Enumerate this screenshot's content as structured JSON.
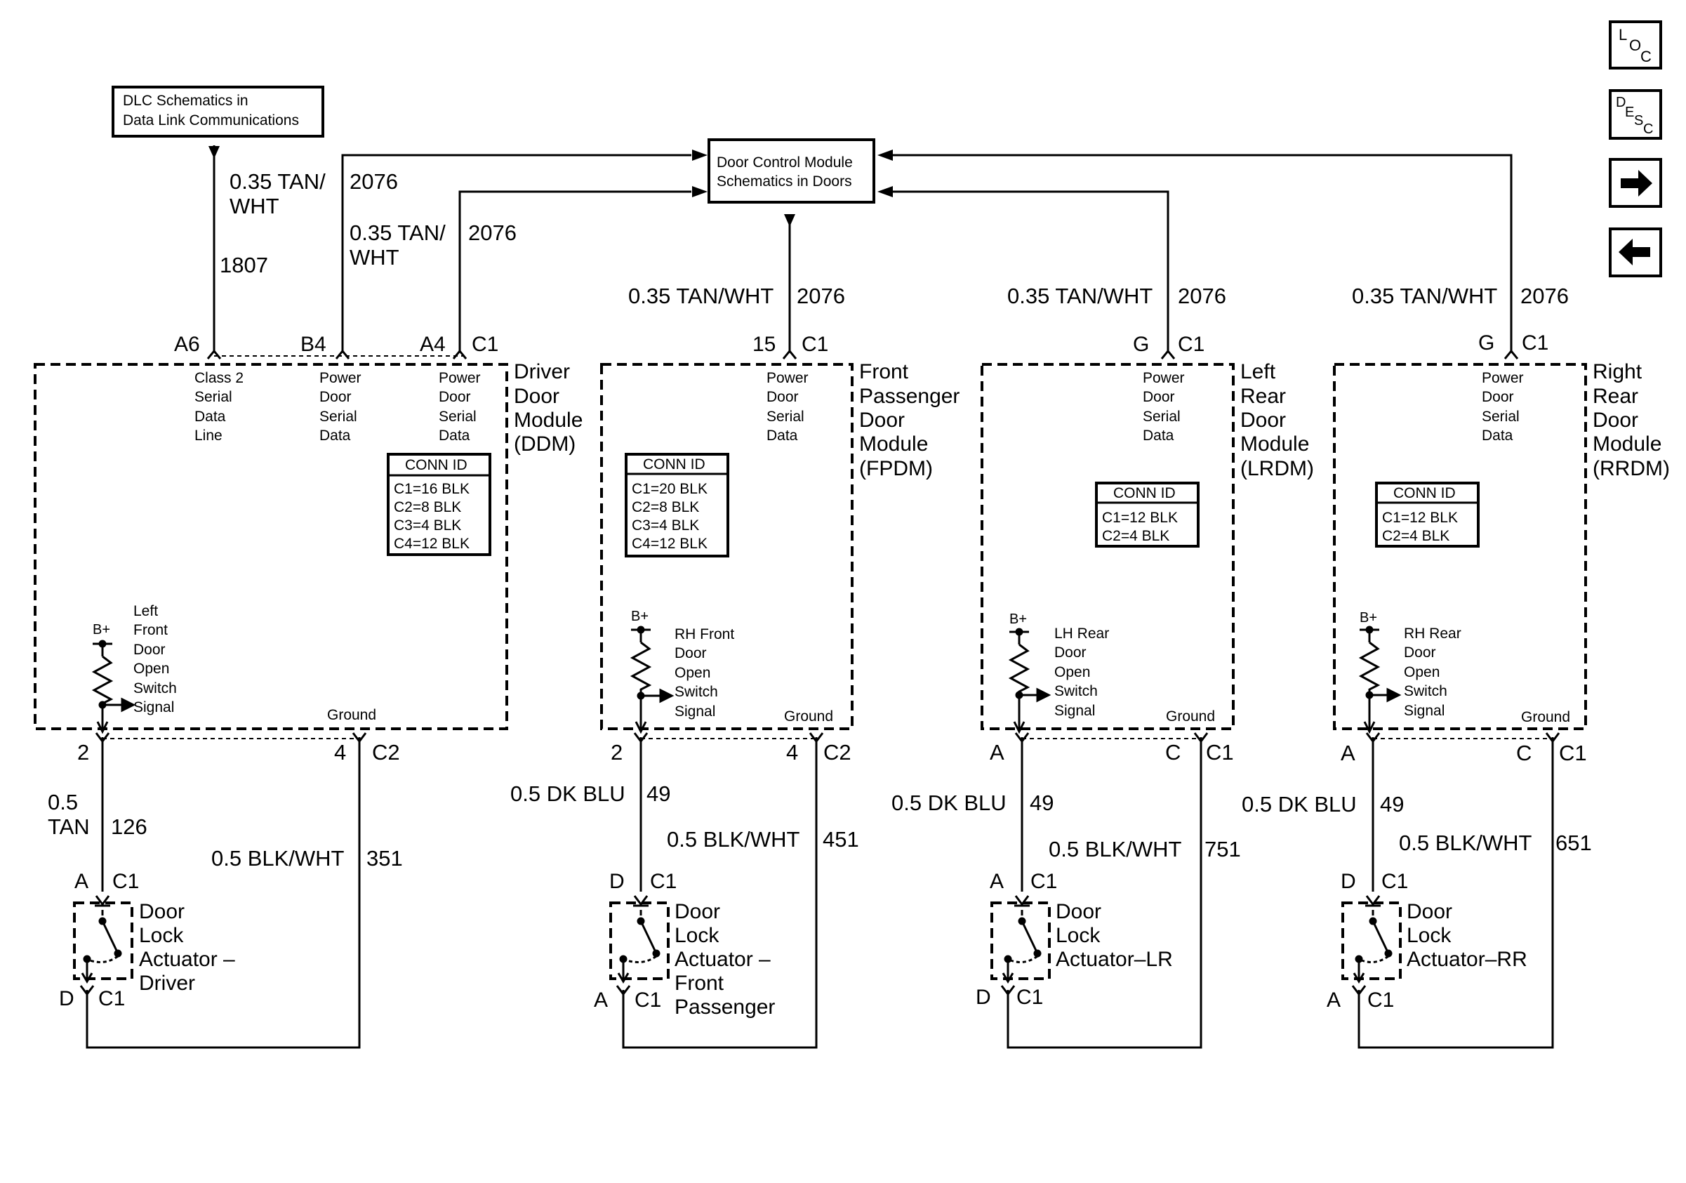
{
  "nav": {
    "loc": [
      "L",
      "O",
      "C"
    ],
    "desc": [
      "D",
      "E",
      "S",
      "C"
    ],
    "next_icon": "arrow-right-icon",
    "prev_icon": "arrow-left-icon"
  },
  "refs": {
    "dlc": [
      "DLC Schematics in",
      "Data Link Communications"
    ],
    "dcm": [
      "Door Control Module",
      "Schematics in Doors"
    ]
  },
  "wires": {
    "w1_gauge": [
      "0.35 TAN/",
      "WHT"
    ],
    "w1_circuit": "2076",
    "w2_gauge": [
      "0.35 TAN/",
      "WHT"
    ],
    "w2_circuit": "2076",
    "w3_circuit": "1807",
    "w4": "0.35 TAN/WHT",
    "w4_circuit": "2076",
    "w5": "0.35 TAN/WHT",
    "w5_circuit": "2076",
    "w6": "0.35 TAN/WHT",
    "w6_circuit": "2076"
  },
  "modules": {
    "ddm": {
      "name": [
        "Driver",
        "Door",
        "Module",
        "(DDM)"
      ],
      "pins_top": [
        "A6",
        "B4",
        "A4",
        "C1"
      ],
      "labels_top": [
        [
          "Class 2",
          "Serial",
          "Data",
          "Line"
        ],
        [
          "Power",
          "Door",
          "Serial",
          "Data"
        ],
        [
          "Power",
          "Door",
          "Serial",
          "Data"
        ]
      ],
      "conn_id": {
        "title": "CONN ID",
        "rows": [
          "C1=16 BLK",
          "C2=8 BLK",
          "C3=4 BLK",
          "C4=12 BLK"
        ]
      },
      "bplus": "B+",
      "switch_label": [
        "Left",
        "Front",
        "Door",
        "Open",
        "Switch",
        "Signal"
      ],
      "ground": "Ground",
      "pins_bottom": [
        "2",
        "4",
        "C2"
      ],
      "sig_wire": [
        "0.5",
        "TAN"
      ],
      "sig_circuit": "126",
      "gnd_wire": "0.5 BLK/WHT",
      "gnd_circuit": "351",
      "act_pins_top": [
        "A",
        "C1"
      ],
      "act_pins_bottom": [
        "D",
        "C1"
      ],
      "actuator": [
        "Door",
        "Lock",
        "Actuator –",
        "Driver"
      ]
    },
    "fpdm": {
      "name": [
        "Front",
        "Passenger",
        "Door",
        "Module",
        "(FPDM)"
      ],
      "pins_top": [
        "15",
        "C1"
      ],
      "labels_top": [
        [
          "Power",
          "Door",
          "Serial",
          "Data"
        ]
      ],
      "conn_id": {
        "title": "CONN ID",
        "rows": [
          "C1=20 BLK",
          "C2=8 BLK",
          "C3=4 BLK",
          "C4=12 BLK"
        ]
      },
      "bplus": "B+",
      "switch_label": [
        "RH Front",
        "Door",
        "Open",
        "Switch",
        "Signal"
      ],
      "ground": "Ground",
      "pins_bottom": [
        "2",
        "4",
        "C2"
      ],
      "sig_wire": "0.5 DK BLU",
      "sig_circuit": "49",
      "gnd_wire": "0.5 BLK/WHT",
      "gnd_circuit": "451",
      "act_pins_top": [
        "D",
        "C1"
      ],
      "act_pins_bottom": [
        "A",
        "C1"
      ],
      "actuator": [
        "Door",
        "Lock",
        "Actuator –",
        "Front",
        "Passenger"
      ]
    },
    "lrdm": {
      "name": [
        "Left",
        "Rear",
        "Door",
        "Module",
        "(LRDM)"
      ],
      "pins_top": [
        "G",
        "C1"
      ],
      "labels_top": [
        [
          "Power",
          "Door",
          "Serial",
          "Data"
        ]
      ],
      "conn_id": {
        "title": "CONN ID",
        "rows": [
          "C1=12 BLK",
          "C2=4 BLK"
        ]
      },
      "bplus": "B+",
      "switch_label": [
        "LH Rear",
        "Door",
        "Open",
        "Switch",
        "Signal"
      ],
      "ground": "Ground",
      "pins_bottom": [
        "A",
        "C",
        "C1"
      ],
      "sig_wire": "0.5 DK BLU",
      "sig_circuit": "49",
      "gnd_wire": "0.5 BLK/WHT",
      "gnd_circuit": "751",
      "act_pins_top": [
        "A",
        "C1"
      ],
      "act_pins_bottom": [
        "D",
        "C1"
      ],
      "actuator": [
        "Door",
        "Lock",
        "Actuator–LR"
      ]
    },
    "rrdm": {
      "name": [
        "Right",
        "Rear",
        "Door",
        "Module",
        "(RRDM)"
      ],
      "pins_top": [
        "G",
        "C1"
      ],
      "labels_top": [
        [
          "Power",
          "Door",
          "Serial",
          "Data"
        ]
      ],
      "conn_id": {
        "title": "CONN ID",
        "rows": [
          "C1=12 BLK",
          "C2=4 BLK"
        ]
      },
      "bplus": "B+",
      "switch_label": [
        "RH Rear",
        "Door",
        "Open",
        "Switch",
        "Signal"
      ],
      "ground": "Ground",
      "pins_bottom": [
        "A",
        "C",
        "C1"
      ],
      "sig_wire": "0.5 DK BLU",
      "sig_circuit": "49",
      "gnd_wire": "0.5 BLK/WHT",
      "gnd_circuit": "651",
      "act_pins_top": [
        "D",
        "C1"
      ],
      "act_pins_bottom": [
        "A",
        "C1"
      ],
      "actuator": [
        "Door",
        "Lock",
        "Actuator–RR"
      ]
    }
  }
}
